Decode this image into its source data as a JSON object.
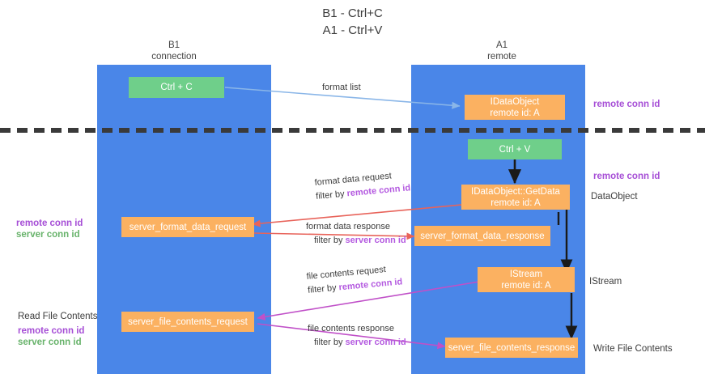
{
  "title": "B1 - Ctrl+C\nA1 - Ctrl+V",
  "colors": {
    "lane": "#4a86e8",
    "green_box": "#6fcf8a",
    "orange_box": "#fbb161",
    "remote_conn_id": "#a64ed6",
    "server_conn_id": "#68b36b",
    "arrow_blue": "#8ab6e8",
    "arrow_red": "#e8635a",
    "arrow_magenta": "#c050c8",
    "arrow_black": "#1a1a1a",
    "separator": "#3a3a3a"
  },
  "columns": [
    {
      "id": "b1",
      "title": "B1",
      "subtitle": "connection",
      "header": "B1\nconnection"
    },
    {
      "id": "a1",
      "title": "A1",
      "subtitle": "remote",
      "header": "A1\nremote"
    }
  ],
  "boxes": {
    "ctrl_c": {
      "label": "Ctrl + C",
      "color": "green"
    },
    "idataobject": {
      "label": "IDataObject\nremote id: A",
      "color": "orange"
    },
    "ctrl_v": {
      "label": "Ctrl + V",
      "color": "green"
    },
    "getdata": {
      "label": "IDataObject::GetData\nremote id: A",
      "color": "orange"
    },
    "server_format_data_request": {
      "label": "server_format_data_request",
      "color": "orange"
    },
    "server_format_data_response": {
      "label": "server_format_data_response",
      "color": "orange"
    },
    "istream": {
      "label": "IStream\nremote id: A",
      "color": "orange"
    },
    "server_file_contents_request": {
      "label": "server_file_contents_request",
      "color": "orange"
    },
    "server_file_contents_response": {
      "label": "server_file_contents_response",
      "color": "orange"
    }
  },
  "edge_labels": {
    "format_list": {
      "line1": "format list",
      "line2": "",
      "filter_prefix": "",
      "filter_key": ""
    },
    "format_data_request": {
      "line1": "format data request",
      "filter_prefix": "filter by ",
      "filter_key": "remote conn id"
    },
    "format_data_response": {
      "line1": "format data response",
      "filter_prefix": "filter by ",
      "filter_key": "server conn id"
    },
    "file_contents_request": {
      "line1": "file contents request",
      "filter_prefix": "filter by ",
      "filter_key": "remote conn id"
    },
    "file_contents_response": {
      "line1": "file contents response",
      "filter_prefix": "filter by ",
      "filter_key": "server conn id"
    }
  },
  "side_labels": {
    "right_remote_conn_id_top": "remote conn id",
    "right_remote_conn_id_mid": "remote conn id",
    "right_dataobject": "DataObject",
    "right_istream": "IStream",
    "right_write_file_contents": "Write File Contents",
    "left_remote_conn_id": "remote conn id",
    "left_server_conn_id": "server conn id",
    "left_read_file_contents": "Read File Contents",
    "left_bottom_remote_conn_id": "remote conn id",
    "left_bottom_server_conn_id": "server conn id"
  }
}
